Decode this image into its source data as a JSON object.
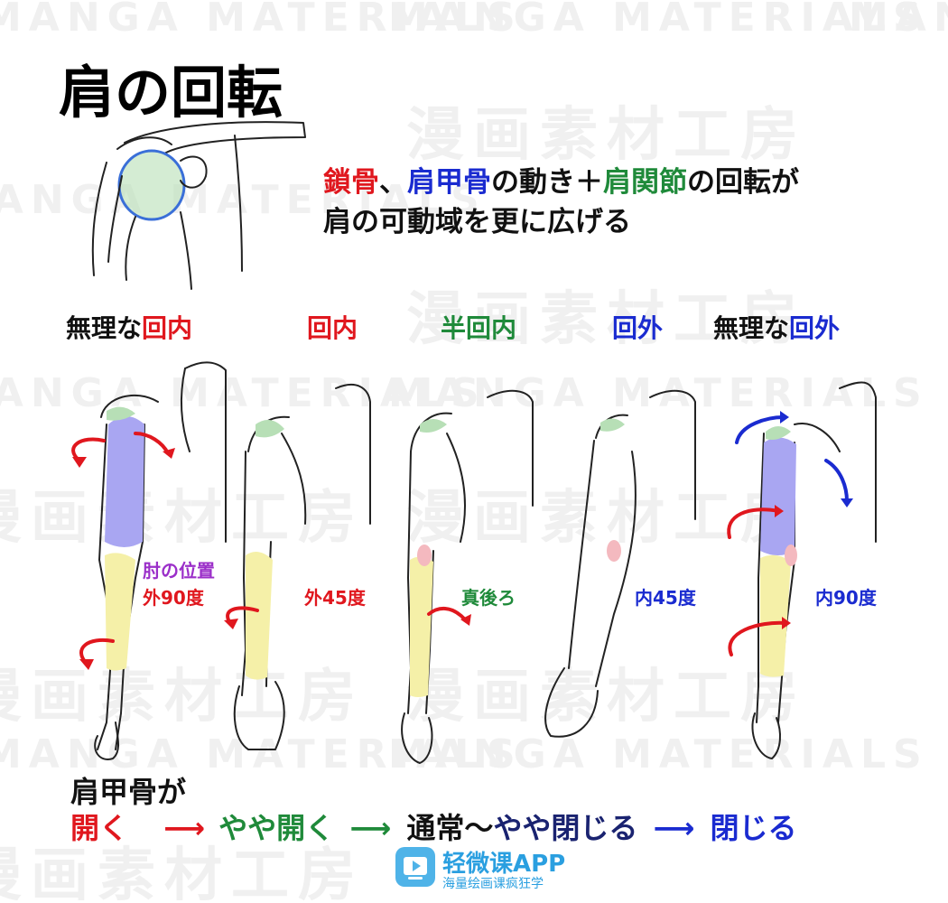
{
  "watermark": {
    "en": "MANGA MATERIALS",
    "ja": "漫画素材工房"
  },
  "title": "肩の回転",
  "description": {
    "line1": [
      {
        "text": "鎖骨",
        "color": "#e0171e"
      },
      {
        "text": "、",
        "color": "#111111"
      },
      {
        "text": "肩甲骨",
        "color": "#1a2bd0"
      },
      {
        "text": "の動き＋",
        "color": "#111111"
      },
      {
        "text": "肩関節",
        "color": "#1f8a3a"
      },
      {
        "text": "の回転が",
        "color": "#111111"
      }
    ],
    "line2": "肩の可動域を更に広げる"
  },
  "columns": [
    {
      "label_prefix": "無理な",
      "label_main": "回内",
      "main_color": "#e0171e"
    },
    {
      "label_prefix": "",
      "label_main": "回内",
      "main_color": "#e0171e"
    },
    {
      "label_prefix": "",
      "label_main": "半回内",
      "main_color": "#1f8a3a"
    },
    {
      "label_prefix": "",
      "label_main": "回外",
      "main_color": "#1a2bd0"
    },
    {
      "label_prefix": "無理な",
      "label_main": "回外",
      "main_color": "#1a2bd0"
    }
  ],
  "elbow_note": {
    "text": "肘の位置",
    "color": "#9b2fc9"
  },
  "elbow_angles": [
    {
      "text": "外90度",
      "color": "#e0171e"
    },
    {
      "text": "外45度",
      "color": "#e0171e"
    },
    {
      "text": "真後ろ",
      "color": "#1f8a3a"
    },
    {
      "text": "内45度",
      "color": "#1a2bd0"
    },
    {
      "text": "内90度",
      "color": "#1a2bd0"
    }
  ],
  "footer": {
    "prefix": "肩甲骨が",
    "steps": [
      {
        "text": "開く",
        "color": "#e0171e"
      },
      {
        "text": "やや開く",
        "color": "#1f8a3a"
      },
      {
        "text": "通常〜",
        "color": "#111111"
      },
      {
        "text": "やや閉じる",
        "color": "#1a2370"
      },
      {
        "text": "閉じる",
        "color": "#1a2bd0"
      }
    ],
    "arrow_colors": [
      "#e0171e",
      "#1f8a3a",
      "#111111",
      "#1a2bd0"
    ]
  },
  "app": {
    "name": "轻微课APP",
    "tagline": "海量绘画课疯狂学",
    "icon": "play-video-icon"
  },
  "colors": {
    "upper_arm": "#a9a6f2",
    "forearm": "#f5f0a8",
    "shoulder_cap": "#b7dfb6",
    "elbow": "#f4b9bf",
    "rotation_arrow_red": "#e0171e",
    "rotation_arrow_blue": "#1a2bd0"
  }
}
